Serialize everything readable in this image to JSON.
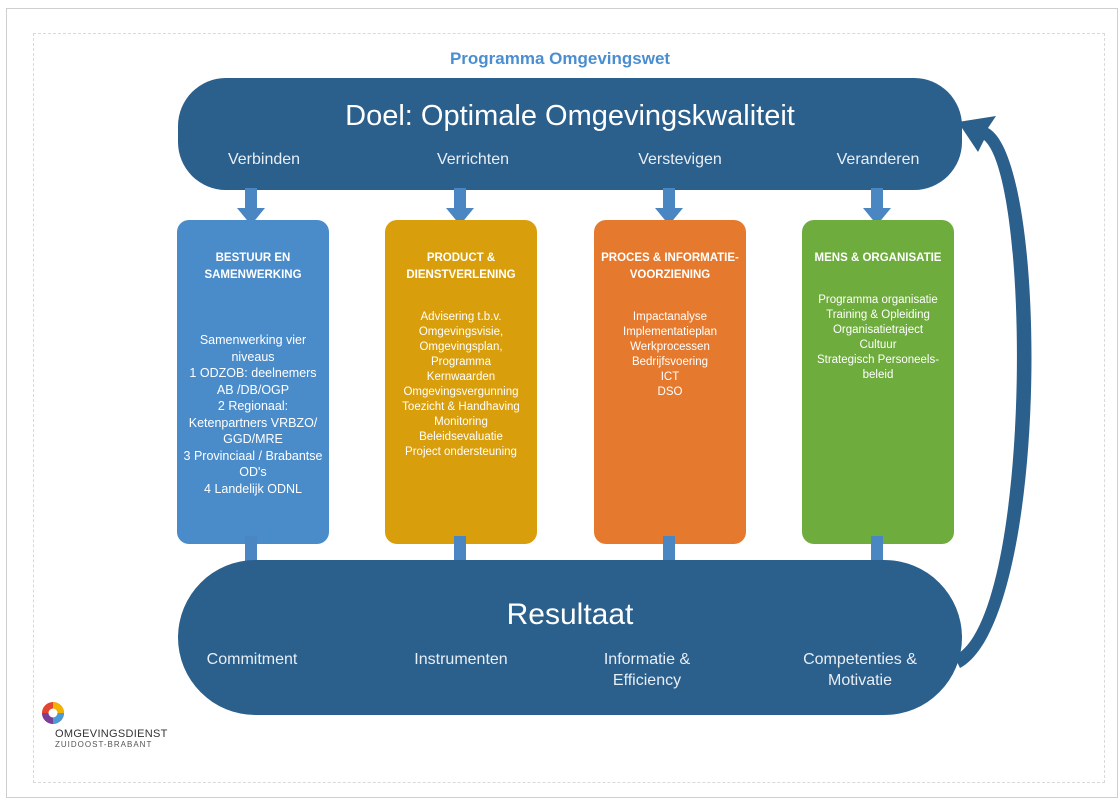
{
  "program_title": "Programma Omgevingswet",
  "goal": {
    "title": "Doel: Optimale Omgevingskwaliteit",
    "labels": [
      "Verbinden",
      "Verrichten",
      "Verstevigen",
      "Veranderen"
    ]
  },
  "columns": [
    {
      "title": "BESTUUR EN SAMENWERKING",
      "color": "#4a8bca",
      "lines": [
        "Samenwerking vier niveaus",
        "1 ODZOB: deelnemers AB /DB/OGP",
        "2 Regionaal: Ketenpartners VRBZO/ GGD/MRE",
        "3 Provinciaal / Brabantse OD's",
        "4 Landelijk ODNL"
      ]
    },
    {
      "title": "PRODUCT & DIENSTVERLENING",
      "color": "#d99e0b",
      "lines": [
        "Advisering t.b.v. Omgevingsvisie, Omgevingsplan, Programma",
        "Kernwaarden",
        "Omgevingsvergunning",
        "Toezicht & Handhaving",
        "Monitoring",
        "Beleidsevaluatie",
        "Project ondersteuning"
      ]
    },
    {
      "title": "PROCES & INFORMATIE-VOORZIENING",
      "color": "#e57a2e",
      "lines": [
        "Impactanalyse",
        "Implementatieplan",
        "Werkprocessen",
        "Bedrijfsvoering",
        "ICT",
        "DSO"
      ]
    },
    {
      "title": "MENS & ORGANISATIE",
      "color": "#6fac3e",
      "lines": [
        "Programma organisatie",
        "Training & Opleiding",
        "Organisatietraject",
        "Cultuur",
        "Strategisch Personeels-beleid"
      ]
    }
  ],
  "result": {
    "title": "Resultaat",
    "labels": [
      "Commitment",
      "Instrumenten",
      "Informatie & Efficiency",
      "Competenties & Motivatie"
    ]
  },
  "logo": {
    "name": "OMGEVINGSDIENST",
    "subtitle": "ZUIDOOST-BRABANT"
  },
  "colors": {
    "band": "#2b5f8c",
    "arrow": "#4a86c2",
    "title": "#4a8ed1"
  }
}
